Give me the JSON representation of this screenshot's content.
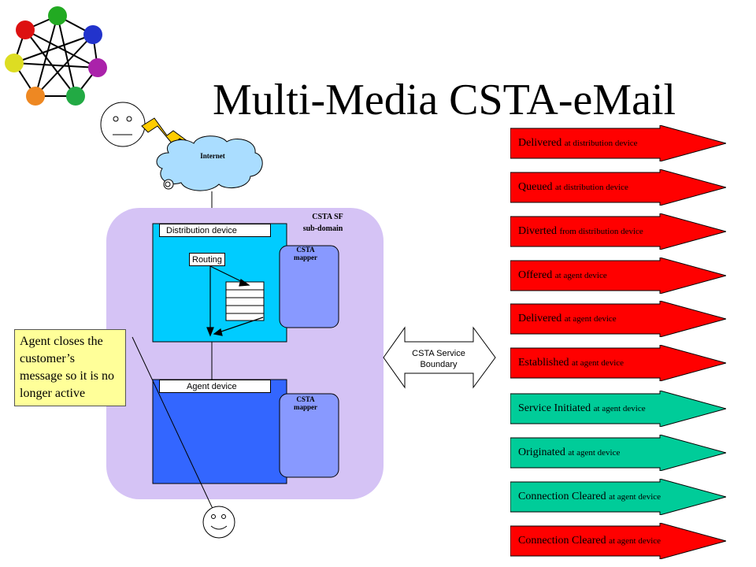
{
  "title": "Multi-Media CSTA-eMail",
  "network": {
    "label": "Internet"
  },
  "subdomain": {
    "line1": "CSTA SF",
    "line2": "sub-domain"
  },
  "distribution": {
    "label": "Distribution device",
    "routing": "Routing",
    "mapper_line1": "CSTA",
    "mapper_line2": "mapper"
  },
  "agent": {
    "label": "Agent device",
    "mapper_line1": "CSTA",
    "mapper_line2": "mapper"
  },
  "callout": "Agent closes the customer’s message so it is no longer active",
  "boundary": {
    "line1": "CSTA Service",
    "line2": "Boundary"
  },
  "colors": {
    "red_event": "#ff0000",
    "green_event": "#00cc99",
    "subdomain_bg": "#d5c3f5",
    "distribution_bg": "#00ccff",
    "agent_bg": "#3366ff",
    "mapper_bg": "#8899ff",
    "callout_bg": "#ffff99"
  },
  "events": [
    {
      "main": "Delivered",
      "qualifier": "at distribution device",
      "color": "#ff0000"
    },
    {
      "main": "Queued",
      "qualifier": "at distribution device",
      "color": "#ff0000"
    },
    {
      "main": "Diverted",
      "qualifier": "from distribution device",
      "color": "#ff0000"
    },
    {
      "main": "Offered",
      "qualifier": "at agent device",
      "color": "#ff0000"
    },
    {
      "main": "Delivered",
      "qualifier": "at agent device",
      "color": "#ff0000"
    },
    {
      "main": "Established",
      "qualifier": "at agent device",
      "color": "#ff0000"
    },
    {
      "main": "Service Initiated",
      "qualifier": "at agent device",
      "color": "#00cc99"
    },
    {
      "main": "Originated",
      "qualifier": "at agent device",
      "color": "#00cc99"
    },
    {
      "main": "Connection Cleared",
      "qualifier": "at agent device",
      "color": "#00cc99"
    },
    {
      "main": "Connection Cleared",
      "qualifier": "at agent device",
      "color": "#ff0000"
    }
  ]
}
